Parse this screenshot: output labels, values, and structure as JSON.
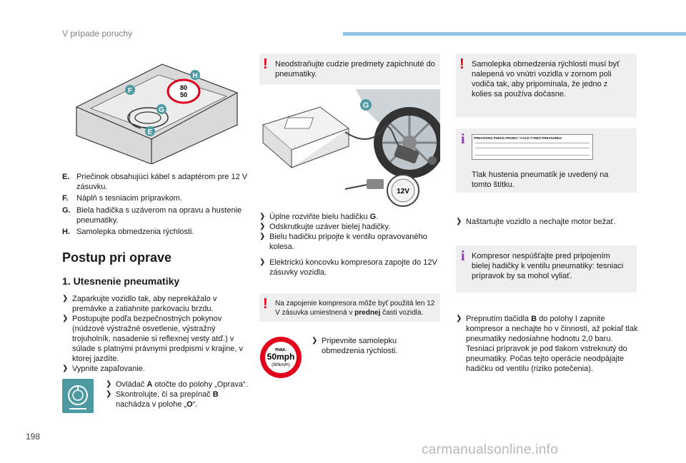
{
  "header": {
    "section": "V prípade poruchy",
    "accent": "#8ec5e8"
  },
  "page_number": "198",
  "watermark": "carmanualsonline.info",
  "figure1": {
    "callouts": [
      "H",
      "F",
      "G",
      "E"
    ],
    "sign_top": "80",
    "sign_bottom": "50"
  },
  "definitions": [
    {
      "key": "E.",
      "text": "Priečinok obsahujúci kábel s adaptérom pre 12 V zásuvku."
    },
    {
      "key": "F.",
      "text": "Náplň s tesniacim prípravkom."
    },
    {
      "key": "G.",
      "text": "Biela hadička s uzáverom na opravu a hustenie pneumatiky."
    },
    {
      "key": "H.",
      "text": "Samolepka obmedzenia rýchlosti."
    }
  ],
  "heading": "Postup pri oprave",
  "subheading": "1. Utesnenie pneumatiky",
  "col1_bullets": [
    "Zaparkujte vozidlo tak, aby neprekážalo v premávke a zatiahnite parkovaciu brzdu.",
    "Postupujte podľa bezpečnostných pokynov (núdzové výstražné osvetlenie, výstražný trojuholník, nasadenie si reflexnej vesty atď.) v súlade s platnými právnymi predpismi v krajine, v ktorej jazdíte.",
    "Vypnite zapaľovanie."
  ],
  "dial_bullets": [
    {
      "pre": "Ovládač ",
      "bold": "A",
      "post": " otočte do polohy „Oprava“."
    },
    {
      "pre": "Skontrolujte, či sa prepínač ",
      "bold": "B",
      "post": " nachádza v polohe „",
      "bold2": "O",
      "post2": "“."
    }
  ],
  "col2": {
    "warning": "Neodstraňujte cudzie predmety zapichnuté do pneumatiky.",
    "callout": "G",
    "plug_label": "12V",
    "bullets": [
      {
        "pre": "Úplne rozviňte bielu hadičku ",
        "bold": "G",
        "post": "."
      },
      {
        "pre": "Odskrutkujte uzáver bielej hadičky.",
        "bold": "",
        "post": ""
      },
      {
        "pre": "Bielu hadičku pripojte k ventilu opravovaného kolesa.",
        "bold": "",
        "post": ""
      }
    ],
    "bullet2": "Elektrickú koncovku kompresora zapojte do 12V zásuvky vozidla.",
    "note": {
      "pre": "Na zapojenie kompresora môže byť použitá len 12 V zásuvka umiestnená v ",
      "bold": "prednej",
      "post": " časti vozidla."
    },
    "sticker": {
      "top": "max.",
      "mid": "50mph",
      "bot": "(80km/h)"
    },
    "sticker_bullet": "Pripevnite samolepku obmedzenia rýchlosti."
  },
  "col3": {
    "warning": "Samolepka obmedzenia rýchlosti musí byť nalepená vo vnútri vozidla v zornom poli vodiča tak, aby pripomínala, že jedno z kolies sa používa dočasne.",
    "label_header": "PRESSIONS PNEUS FROIDS / COLD TYRES PRESSURES",
    "info1": "Tlak hustenia pneumatík je uvedený na tomto štítku.",
    "bullet1": "Naštartujte vozidlo a nechajte motor bežať.",
    "info2": "Kompresor nespúšťajte pred pripojením bielej hadičky k ventilu pneumatiky: tesniaci prípravok by sa mohol vyliať.",
    "bullet2": {
      "pre": "Prepnutím tlačidla ",
      "bold": "B",
      "post": " do polohy I zapnite kompresor a nechajte ho v činnosti, až pokiaľ tlak pneumatiky nedosiahne hodnotu 2,0 baru. Tesniaci prípravok je pod tlakom vstreknutý do pneumatiky. Počas tejto operácie neodpájajte hadičku od ventilu (riziko potečenia)."
    }
  },
  "colors": {
    "warning": "#e2001a",
    "info": "#8a3ea8",
    "callout": "#4d9aa3",
    "note_bg": "#efefef"
  }
}
